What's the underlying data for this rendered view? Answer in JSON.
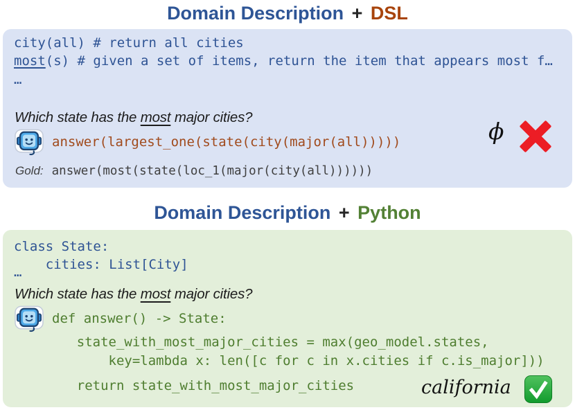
{
  "titles": {
    "dsl": {
      "prefix": "Domain Description",
      "plus": "+",
      "suffix": "DSL"
    },
    "python": {
      "prefix": "Domain Description",
      "plus": "+",
      "suffix": "Python"
    }
  },
  "colors": {
    "title_blue": "#2e5596",
    "dsl_accent": "#a8440c",
    "python_accent": "#538135",
    "dsl_panel_bg": "#dbe3f4",
    "python_panel_bg": "#e3efda",
    "domain_code_blue": "#2e5394",
    "dsl_output_rust": "#a04a1c",
    "python_code_green": "#4e7d2f",
    "gold_gray": "#3f3f3f",
    "cross_red": "#ec1d25",
    "check_green": "#119b2d"
  },
  "dsl_panel": {
    "code_line_1": "city(all) # return all cities",
    "code_line_2_keyword": "most",
    "code_line_2_rest": "(s) # given a set of items, return the item that appears most f…",
    "ellipsis": "…",
    "question": {
      "pre": "Which state has the ",
      "keyword": "most",
      "post": " major cities?"
    },
    "model_output": "answer(largest_one(state(city(major(all)))))",
    "phi_symbol": "ϕ",
    "result_icon": "red-cross",
    "gold_label": "Gold:",
    "gold_code": "answer(most(state(loc_1(major(city(all))))))"
  },
  "python_panel": {
    "code_line_1": "class State:",
    "code_line_2": "    cities: List[City]",
    "ellipsis": "…",
    "question": {
      "pre": "Which state has the ",
      "keyword": "most",
      "post": " major cities?"
    },
    "model_output_lines": [
      "def answer() -> State:",
      "    state_with_most_major_cities = max(geo_model.states,",
      "        key=lambda x: len([c for c in x.cities if c.is_major]))",
      "    return state_with_most_major_cities"
    ],
    "result": "california",
    "result_icon": "green-check"
  }
}
